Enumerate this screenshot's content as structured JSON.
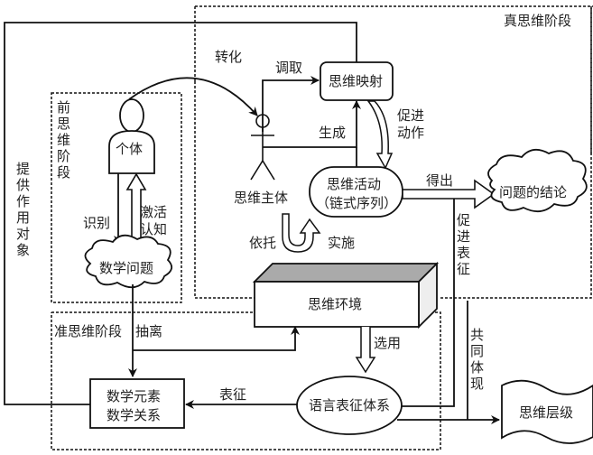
{
  "colors": {
    "line": "#111111",
    "text": "#222222",
    "box_top": "#aaaaaa",
    "box_side": "#eeeeee",
    "background": "#ffffff"
  },
  "regions": {
    "true_thinking": "真思维阶段",
    "pre_thinking": [
      "前",
      "思",
      "维",
      "阶",
      "段"
    ],
    "quasi_thinking": "准思维阶段"
  },
  "nodes": {
    "individual": "个体",
    "math_problem": "数学问题",
    "thinking_subject": "思维主体",
    "thinking_mapping": "思维映射",
    "thinking_activity": [
      "思维活动",
      "（链式序列）"
    ],
    "conclusion": "问题的结论",
    "environment": "思维环境",
    "math_elements": [
      "数学元素",
      "数学关系"
    ],
    "language_system": "语言表征体系",
    "thinking_level": "思维层级"
  },
  "edges": {
    "transform": "转化",
    "retrieve": "调取",
    "generate": "生成",
    "promote_action": [
      "促进",
      "动作"
    ],
    "recognize": "识别",
    "activate_cognition": [
      "激活",
      "认知"
    ],
    "rely_on": "依托",
    "implement": "实施",
    "derive": "得出",
    "promote_representation": [
      "促",
      "进",
      "表",
      "征"
    ],
    "abstract": "抽离",
    "select": "选用",
    "represent": "表征",
    "jointly_embody": [
      "共",
      "同",
      "体",
      "现"
    ],
    "provide_object": [
      "提",
      "供",
      "作",
      "用",
      "对",
      "象"
    ]
  }
}
